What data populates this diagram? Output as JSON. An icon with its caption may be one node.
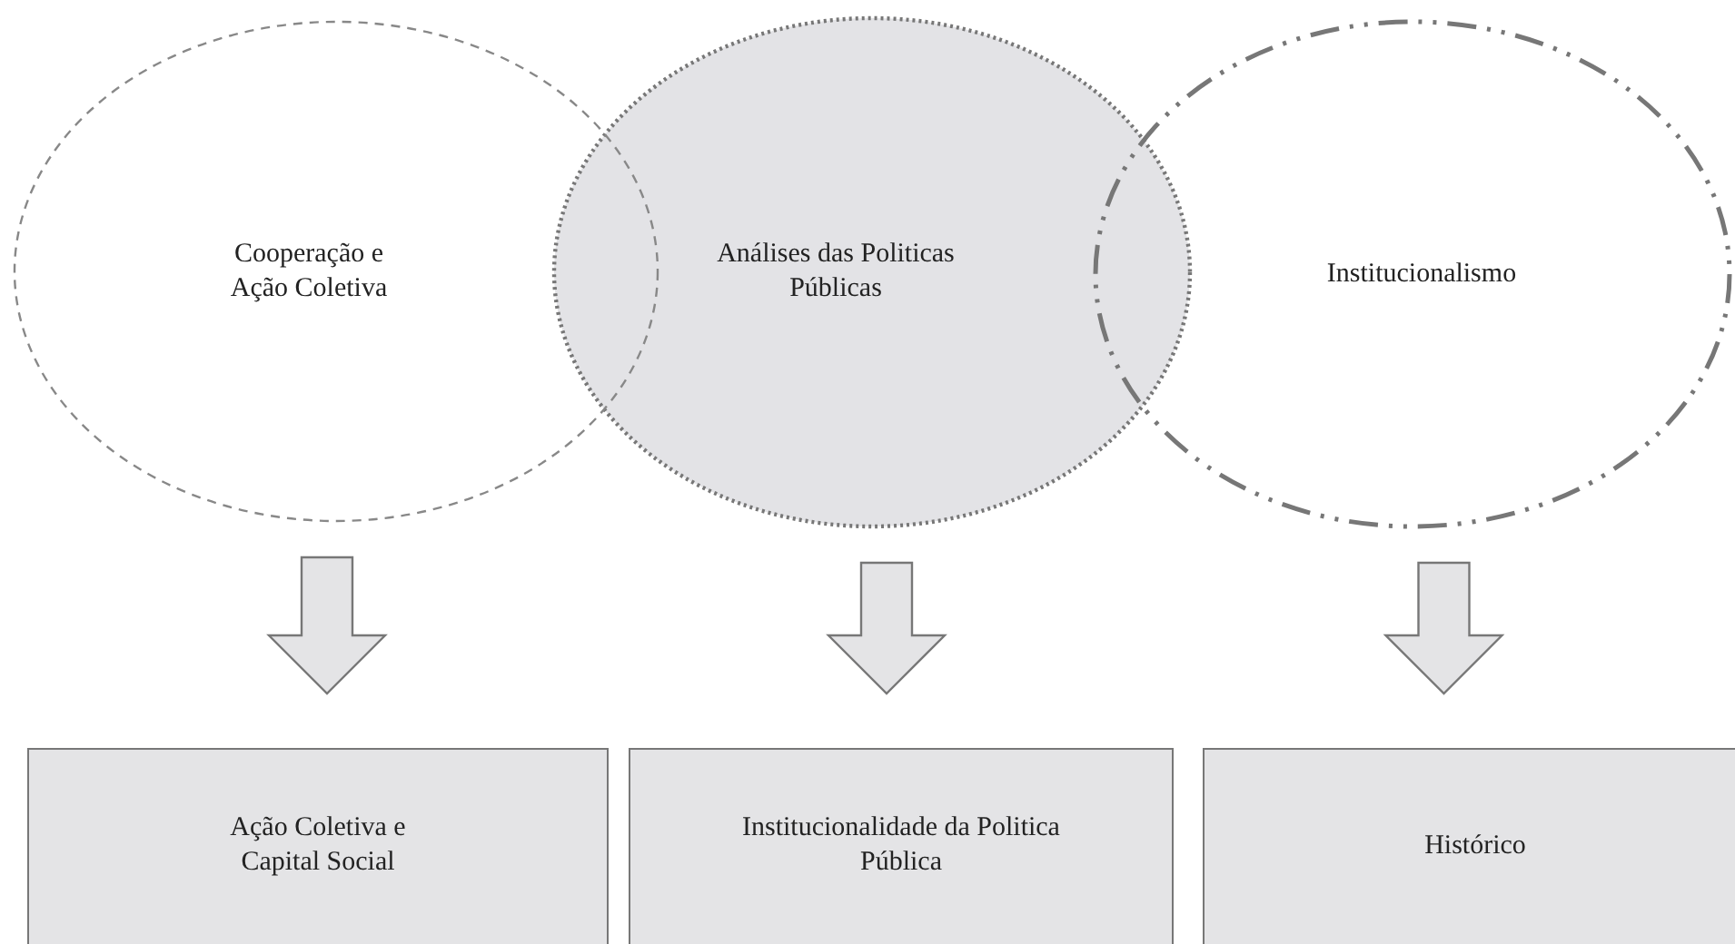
{
  "diagram": {
    "nodes": [
      {
        "text": [
          "Cooperação e Ação Coletiva"
        ]
      },
      {
        "text": [
          "Análises das Politicas Públicas"
        ]
      },
      {
        "text": [
          "Institucionalismo"
        ]
      },
      {
        "text": [
          "Ação Coletiva e Capital Social"
        ]
      },
      {
        "text": [
          "Institucionalidade da Politica Pública"
        ]
      },
      {
        "text": [
          "Histórico"
        ]
      }
    ],
    "edges": [
      {
        "from": 0,
        "to": 3,
        "arrow": "to"
      },
      {
        "from": 1,
        "to": 4,
        "arrow": "to"
      },
      {
        "from": 2,
        "to": 5,
        "arrow": "to"
      }
    ]
  }
}
